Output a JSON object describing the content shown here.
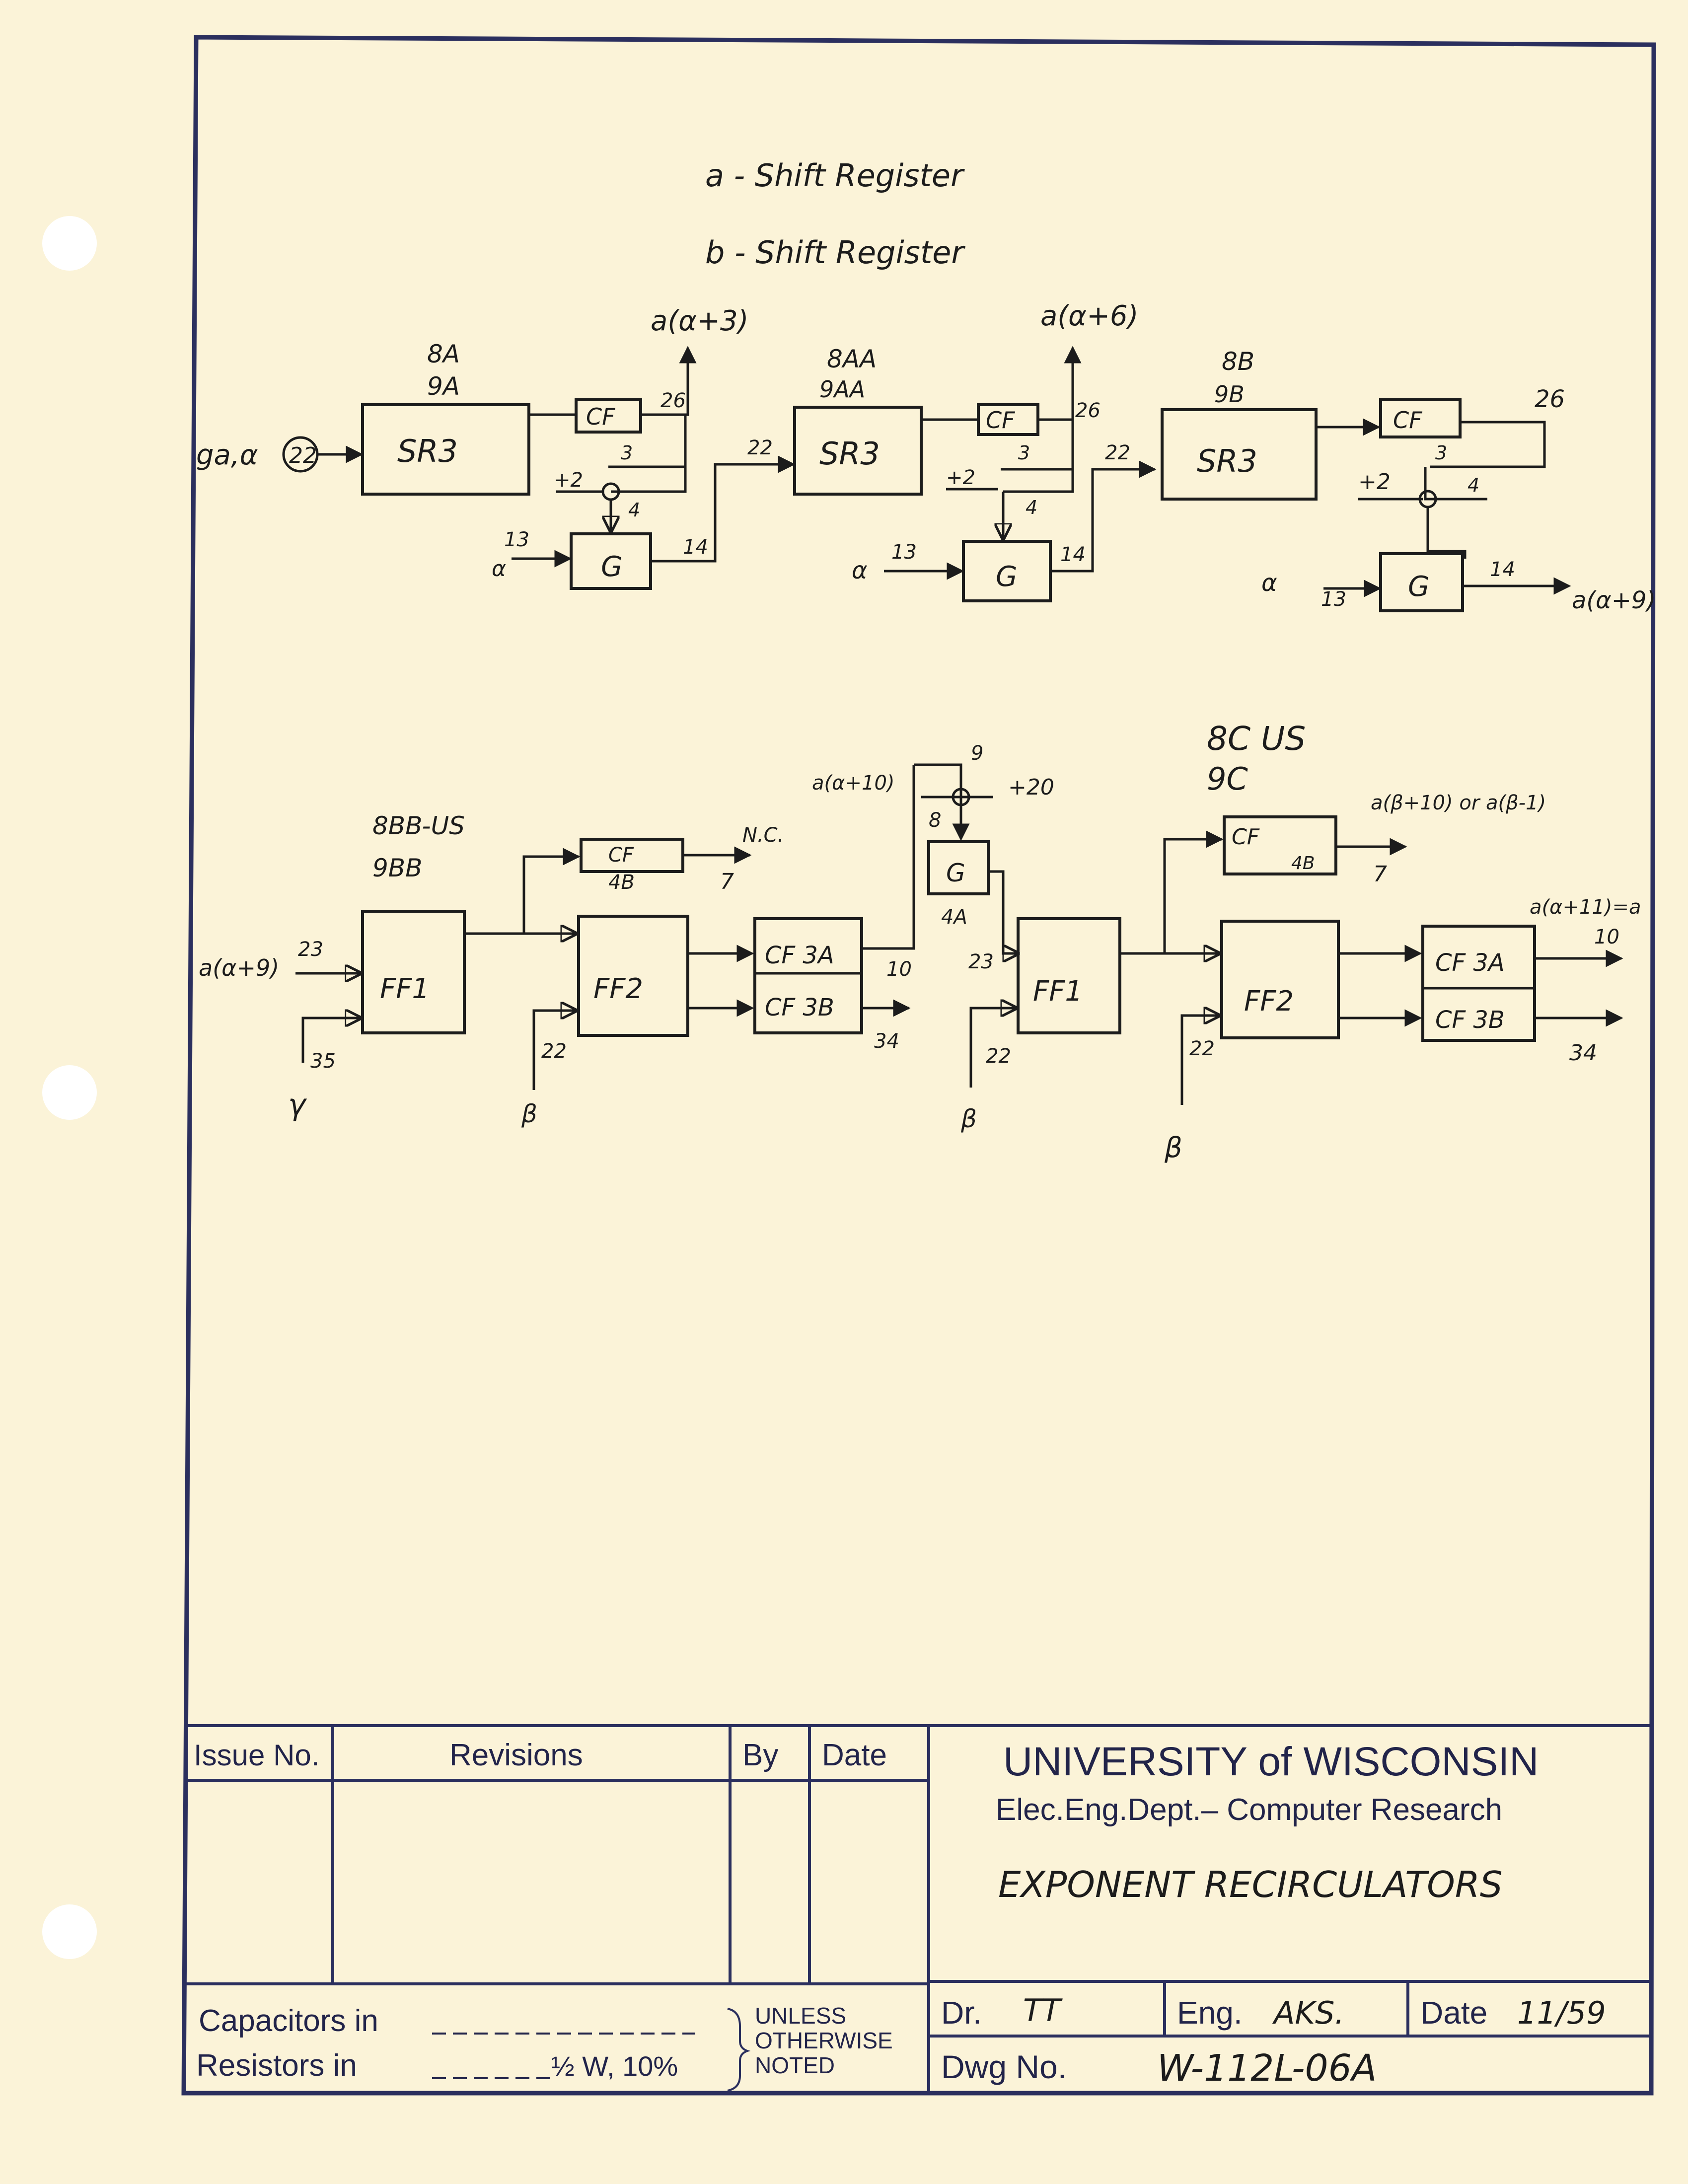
{
  "header": {
    "line1": "a - Shift Register",
    "line2": "b - Shift Register"
  },
  "top_row": {
    "stage1": {
      "label1": "8A",
      "label2": "9A",
      "sr": "SR3",
      "cf": "CF",
      "g": "G",
      "input": "ga,α",
      "input_pin": "22",
      "pin26": "26",
      "pin3": "3",
      "pin4": "4",
      "plus2": "+2",
      "pin13": "13",
      "alpha": "α",
      "pin14": "14",
      "out": "a(α+3)"
    },
    "stage2": {
      "label1": "8AA",
      "label2": "9AA",
      "sr": "SR3",
      "cf": "CF",
      "g": "G",
      "pin22": "22",
      "pin26": "26",
      "pin3": "3",
      "pin4": "4",
      "plus2": "+2",
      "pin13": "13",
      "alpha": "α",
      "pin14": "14",
      "out": "a(α+6)"
    },
    "stage3": {
      "label1": "8B",
      "label2": "9B",
      "sr": "SR3",
      "cf": "CF",
      "g": "G",
      "pin22": "22",
      "pin26": "26",
      "pin3": "3",
      "pin4": "4",
      "plus2": "+2",
      "pin13": "13",
      "alpha": "α",
      "pin14": "14",
      "out": "a(α+9)"
    }
  },
  "bottom_row": {
    "left": {
      "label1": "8BB-US",
      "label2": "9BB",
      "ff1": "FF1",
      "ff2": "FF2",
      "cf": "CF",
      "cf_sub": "4B",
      "nc": "N.C.",
      "pin7": "7",
      "cf3a": "CF 3A",
      "cf3b": "CF 3B",
      "pin10": "10",
      "pin34": "34",
      "input": "a(α+9)",
      "pin23": "23",
      "pin35": "35",
      "gamma": "γ",
      "pin22": "22",
      "beta": "β"
    },
    "middle": {
      "in_label": "a(α+10)",
      "pin9": "9",
      "plus20": "+20",
      "pin8": "8",
      "g": "G",
      "g_sub": "4A"
    },
    "right": {
      "label1": "8C US",
      "label2": "9C",
      "ff1": "FF1",
      "ff2": "FF2",
      "cf": "CF",
      "cf_sub": "4B",
      "pin7": "7",
      "out_top": "a(β+10) or a(β-1)",
      "cf3a": "CF 3A",
      "cf3b": "CF 3B",
      "out_right": "a(α+11)=a",
      "pin10": "10",
      "pin34": "34",
      "pin23": "23",
      "pin22a": "22",
      "pin22b": "22",
      "beta_a": "β",
      "beta_b": "β"
    }
  },
  "title_block": {
    "issue_no": "Issue No.",
    "revisions": "Revisions",
    "by": "By",
    "date": "Date",
    "university": "UNIVERSITY of WISCONSIN",
    "department": "Elec.Eng.Dept.– Computer Research",
    "title": "EXPONENT RECIRCULATORS",
    "capacitors": "Capacitors in",
    "resistors": "Resistors in",
    "resistor_spec": "½ W, 10%",
    "unless": "UNLESS",
    "otherwise": "OTHERWISE",
    "noted": "NOTED",
    "dr_label": "Dr.",
    "dr_value": "TT",
    "eng_label": "Eng.",
    "eng_value": "AKS.",
    "date_label": "Date",
    "date_value": "11/59",
    "dwg_label": "Dwg No.",
    "dwg_value": "W-112L-06A"
  }
}
